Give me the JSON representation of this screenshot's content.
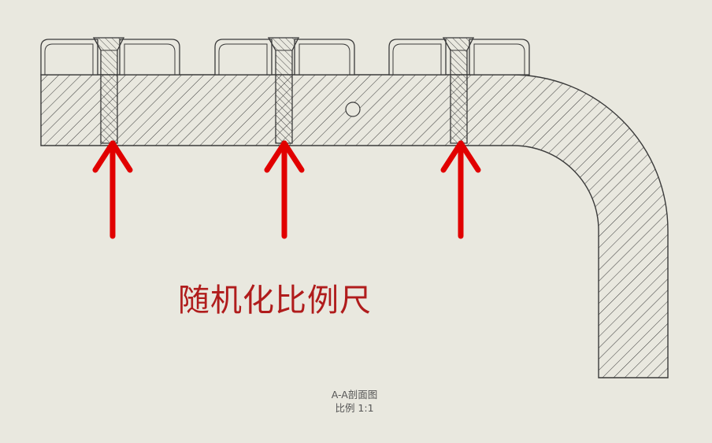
{
  "caption": "随机化比例尺",
  "section_title": "A-A剖面图",
  "scale_label": "比例 1:1",
  "colors": {
    "background": "#e9e8df",
    "line": "#3a3a3a",
    "arrow": "#e10000",
    "caption": "#b01c1c"
  },
  "icons": [
    "arrow-up-icon",
    "arrow-up-icon",
    "arrow-up-icon"
  ]
}
